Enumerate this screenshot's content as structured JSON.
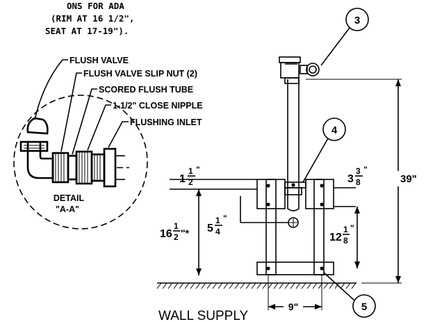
{
  "notes": {
    "line1": "ONS FOR ADA",
    "line2": "(RIM AT 16 1/2\",",
    "line3": "SEAT AT 17-19\")."
  },
  "detail": {
    "callouts": [
      "FLUSH VALVE",
      "FLUSH VALVE SLIP NUT (2)",
      "SCORED FLUSH TUBE",
      "1-1/2\" CLOSE NIPPLE",
      "FLUSHING INLET"
    ],
    "title_line1": "DETAIL",
    "title_line2": "\"A-A\""
  },
  "balloons": {
    "b3": "3",
    "b4": "4",
    "b5": "5"
  },
  "dimensions": {
    "d_top_left_whole": "1",
    "d_top_left_num": "1",
    "d_top_left_den": "2",
    "d_top_left_unit": "\"",
    "d_top_right_whole": "3",
    "d_top_right_num": "3",
    "d_top_right_den": "8",
    "d_top_right_unit": "\"",
    "d_height": "39\"",
    "d_rim_whole": "16",
    "d_rim_num": "1",
    "d_rim_den": "2",
    "d_rim_unit": "\"*",
    "d_supply_whole": "5",
    "d_supply_num": "1",
    "d_supply_den": "4",
    "d_supply_unit": "\"",
    "d_bracket_whole": "12",
    "d_bracket_num": "1",
    "d_bracket_den": "8",
    "d_bracket_unit": "\"",
    "d_width": "9\""
  },
  "caption": "WALL SUPPLY"
}
